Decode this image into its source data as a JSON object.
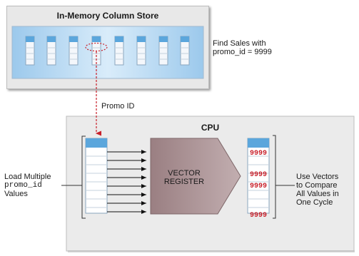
{
  "store": {
    "title": "In-Memory Column Store"
  },
  "query": {
    "line1": "Find Sales with",
    "line2": "promo_id = 9999"
  },
  "promo_label": "Promo ID",
  "cpu": {
    "title": "CPU"
  },
  "register": {
    "line1": "VECTOR",
    "line2": "REGISTER"
  },
  "load": {
    "line1": "Load Multiple",
    "line2": "promo_id",
    "line3": "Values"
  },
  "compare": {
    "line1": "Use Vectors",
    "line2": "to Compare",
    "line3": "All Values in",
    "line4": "One Cycle"
  },
  "matches": [
    "9999",
    "9999",
    "9999",
    "9999"
  ],
  "colors": {
    "column_header": "#5ba6dc",
    "register": "#b59ea0",
    "match_text": "#c8202a",
    "panel_fill": "#ebebeb",
    "arrow_red": "#c8202a"
  }
}
